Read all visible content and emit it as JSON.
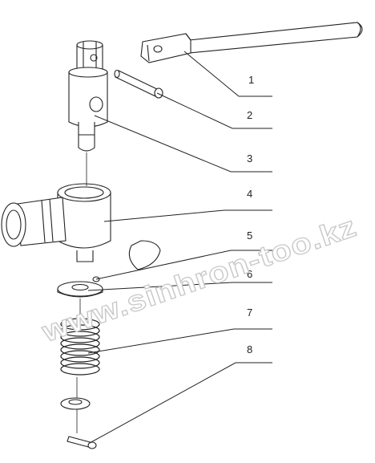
{
  "diagram": {
    "callouts": [
      {
        "label": "1",
        "part": "handle-lever"
      },
      {
        "label": "2",
        "part": "pin"
      },
      {
        "label": "3",
        "part": "valve-stem"
      },
      {
        "label": "4",
        "part": "valve-body"
      },
      {
        "label": "5",
        "part": "gasket"
      },
      {
        "label": "6",
        "part": "washer"
      },
      {
        "label": "7",
        "part": "spring"
      },
      {
        "label": "8",
        "part": "cotter-pin"
      }
    ],
    "watermark": "www.sinhron-too.kz"
  }
}
